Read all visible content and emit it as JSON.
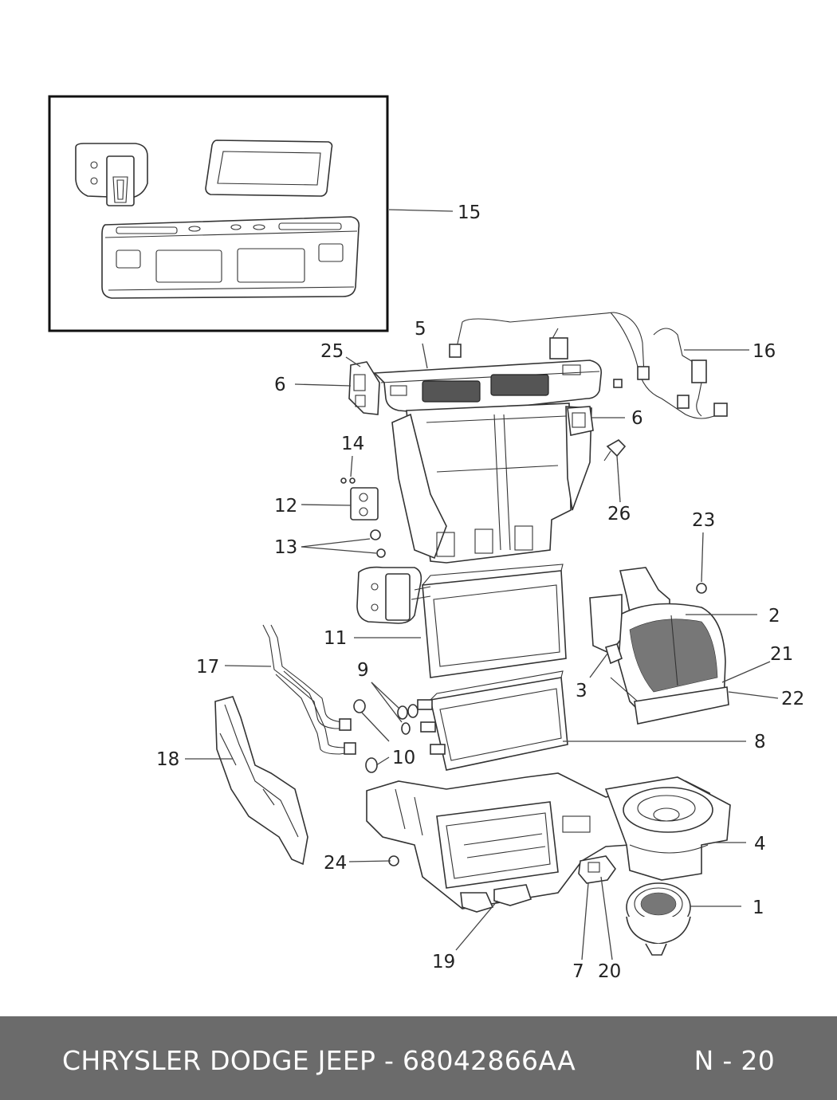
{
  "callouts": {
    "c1": "1",
    "c2": "2",
    "c3": "3",
    "c4": "4",
    "c5": "5",
    "c6a": "6",
    "c6b": "6",
    "c7": "7",
    "c8": "8",
    "c9": "9",
    "c10": "10",
    "c11": "11",
    "c12": "12",
    "c13": "13",
    "c14": "14",
    "c15": "15",
    "c16": "16",
    "c17": "17",
    "c18": "18",
    "c19": "19",
    "c20": "20",
    "c21": "21",
    "c22": "22",
    "c23": "23",
    "c24": "24",
    "c25": "25",
    "c26": "26"
  },
  "footer": {
    "part_line": "CHRYSLER DODGE JEEP - 68042866AA",
    "page": "N - 20"
  }
}
